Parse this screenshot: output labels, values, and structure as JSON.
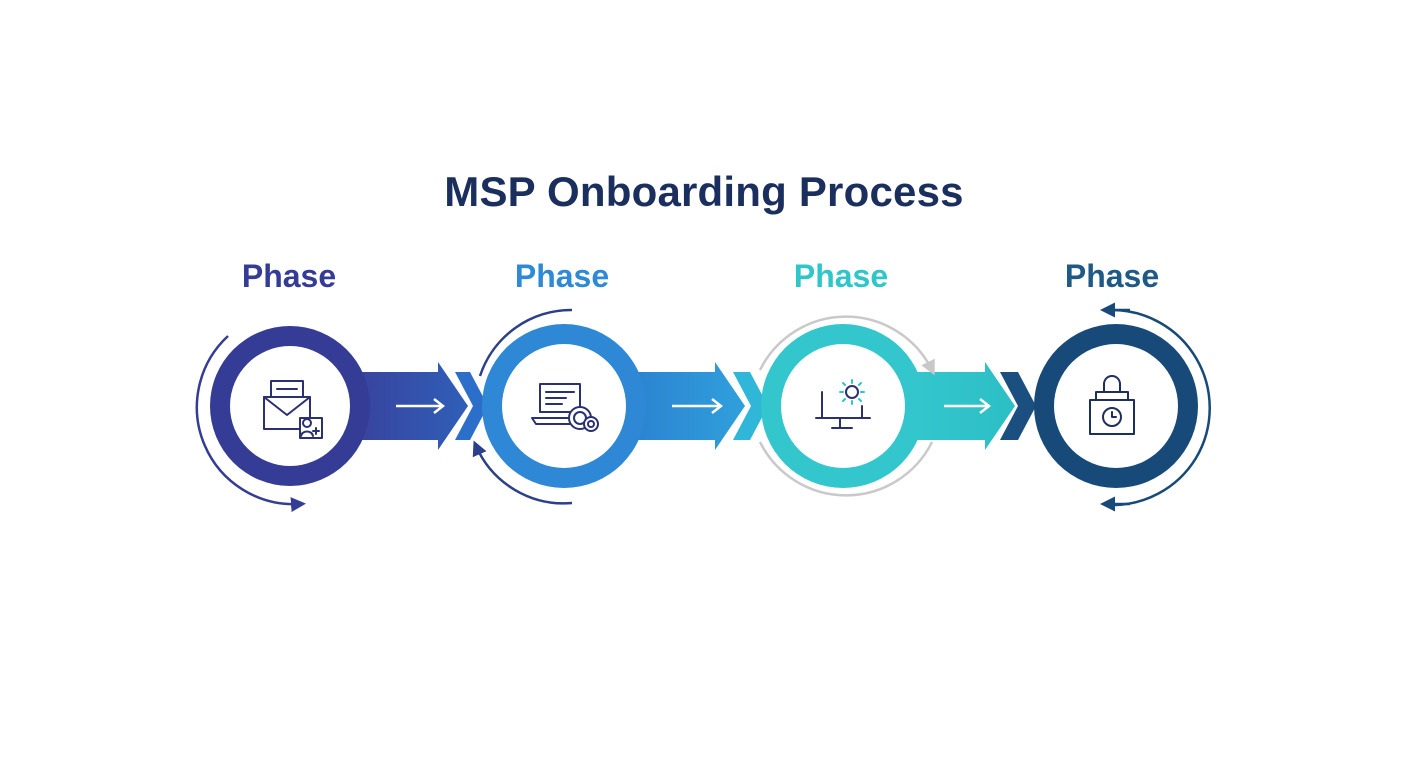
{
  "title": "MSP Onboarding Process",
  "phases": [
    {
      "label": "Phase",
      "color": "#353c95",
      "icon": "envelope-user-icon"
    },
    {
      "label": "Phase",
      "color": "#2f8ad6",
      "icon": "laptop-settings-icon"
    },
    {
      "label": "Phase",
      "color": "#2ec6c8",
      "icon": "monitor-gear-icon"
    },
    {
      "label": "Phase",
      "color": "#174a78",
      "icon": "lock-clock-icon"
    }
  ],
  "colors": {
    "title": "#1b2f5e",
    "background": "#ffffff"
  }
}
